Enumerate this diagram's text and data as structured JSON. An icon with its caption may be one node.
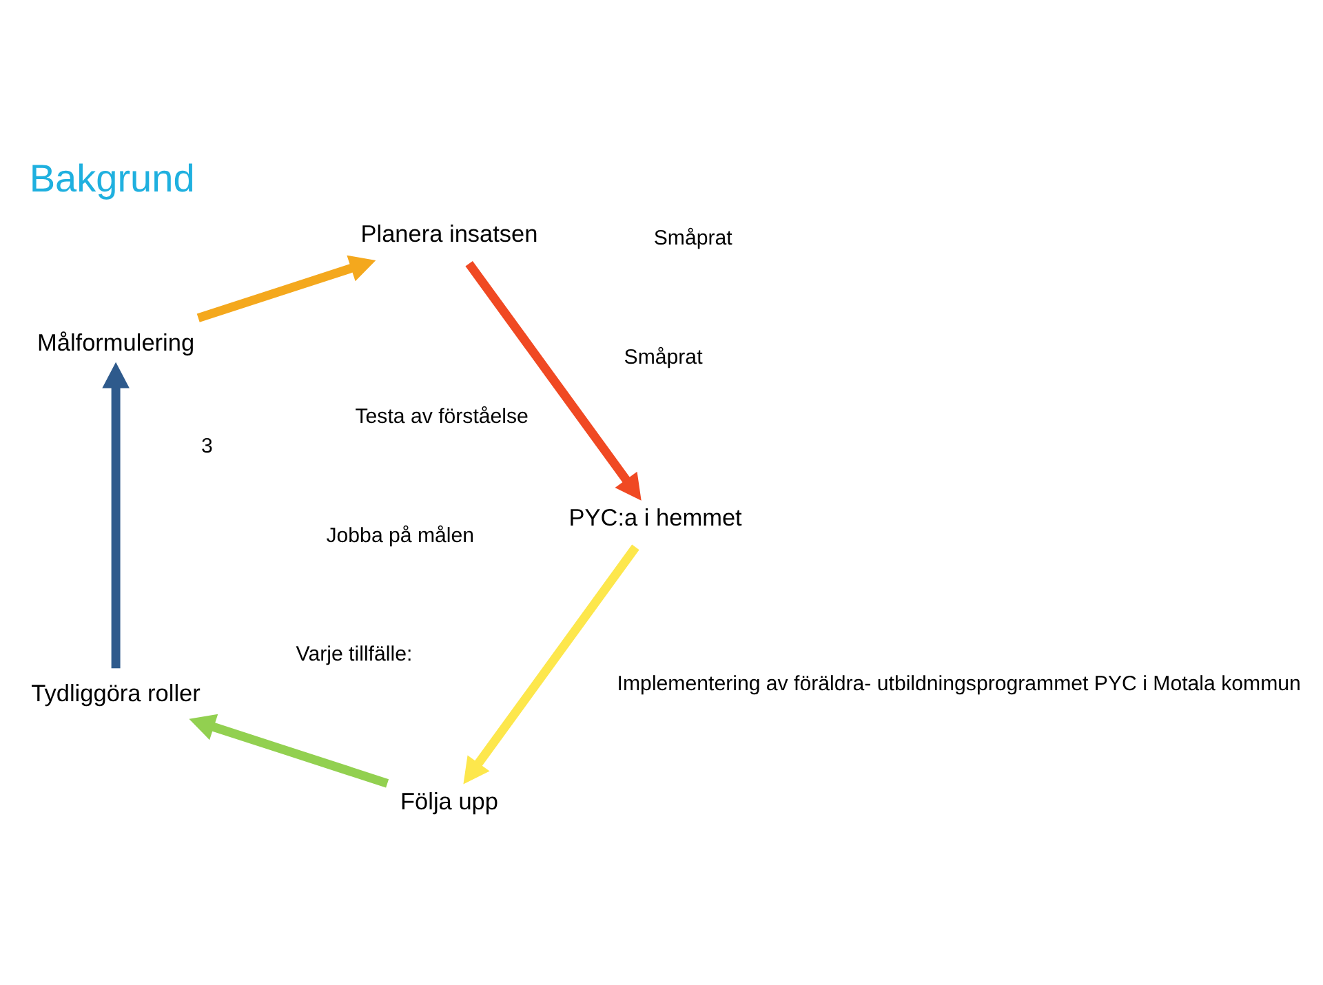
{
  "diagram": {
    "title": "Bakgrund",
    "nodes": [
      {
        "text": [
          "Följa upp"
        ]
      },
      {
        "text": [
          "Tydliggöra roller"
        ]
      },
      {
        "text": [
          "Målformulering"
        ]
      },
      {
        "text": [
          "Planera insatsen"
        ]
      },
      {
        "text": [
          "PYC:a i hemmet"
        ]
      }
    ],
    "edges": [
      {
        "from": 0,
        "to": 1,
        "arrow": "to",
        "color": "#92d050"
      },
      {
        "from": 1,
        "to": 2,
        "arrow": "to",
        "color": "#2e5a8c"
      },
      {
        "from": 2,
        "to": 3,
        "arrow": "to",
        "color": "#f4a81d"
      },
      {
        "from": 3,
        "to": 4,
        "arrow": "to",
        "color": "#f04923"
      },
      {
        "from": 4,
        "to": 0,
        "arrow": "to",
        "color": "#fde74c"
      }
    ],
    "labels": [
      "Implementering av föräldra- utbildningsprogrammet PYC i Motala kommun",
      "Varje tillfälle:",
      "Småprat",
      "Jobba på målen",
      "Småprat",
      "Testa av förståelse",
      "3"
    ]
  }
}
